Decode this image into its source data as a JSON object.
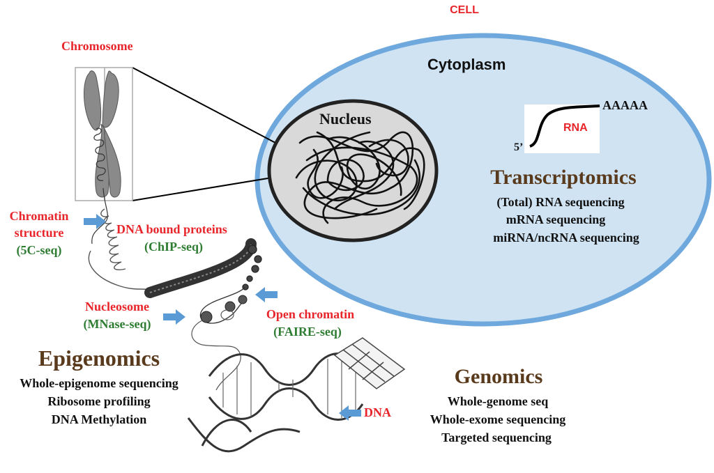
{
  "cell": {
    "label": "CELL",
    "cytoplasm": "Cytoplasm",
    "nucleus": "Nucleus"
  },
  "rna": {
    "label": "RNA",
    "five_prime": "5’",
    "poly_a": "AAAAA"
  },
  "transcriptomics": {
    "title": "Transcriptomics",
    "items": [
      "(Total) RNA sequencing",
      "mRNA sequencing",
      "miRNA/ncRNA sequencing"
    ]
  },
  "chromosome": {
    "label": "Chromosome"
  },
  "chromatin_structure": {
    "line1": "Chromatin",
    "line2": "structure",
    "method": "(5C-seq)"
  },
  "dna_bound_proteins": {
    "label": "DNA bound proteins",
    "method": "(ChIP-seq)"
  },
  "nucleosome": {
    "label": "Nucleosome",
    "method": "(MNase-seq)"
  },
  "open_chromatin": {
    "label": "Open chromatin",
    "method": "(FAIRE-seq)"
  },
  "epigenomics": {
    "title": "Epigenomics",
    "items": [
      "Whole-epigenome sequencing",
      "Ribosome profiling",
      "DNA Methylation"
    ]
  },
  "dna": {
    "label": "DNA"
  },
  "genomics": {
    "title": "Genomics",
    "items": [
      "Whole-genome seq",
      "Whole-exome sequencing",
      "Targeted sequencing"
    ]
  },
  "colors": {
    "label_red": "#e8252a",
    "method_green": "#2e7d32",
    "heading_brown": "#5a3a1c",
    "cell_fill": "#cfe3f3",
    "cell_border": "#6fa8dc",
    "nucleus_fill": "#d9d9d9",
    "arrow_blue": "#5b9bd5"
  }
}
